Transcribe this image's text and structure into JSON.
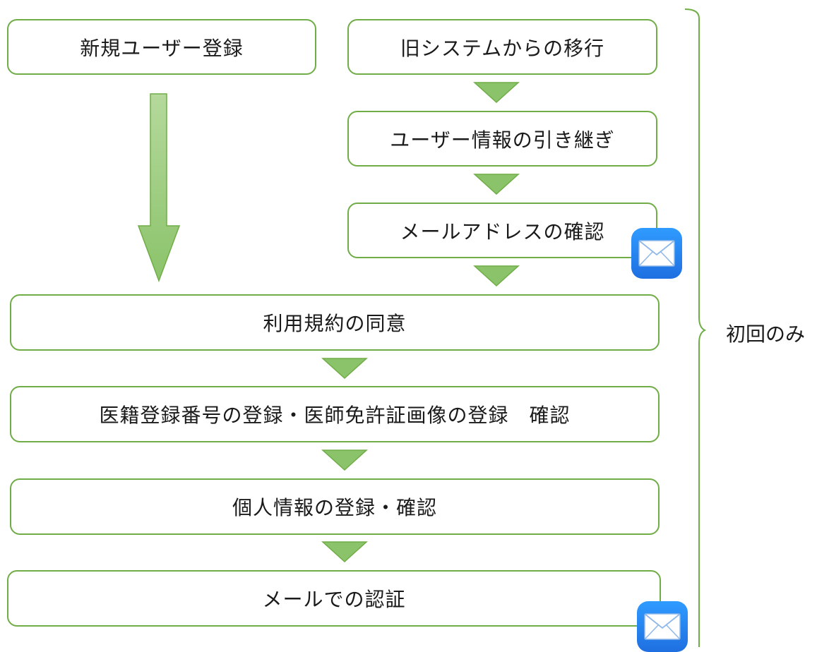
{
  "flow": {
    "new_user": "新規ユーザー登録",
    "migration": "旧システムからの移行",
    "inherit_info": "ユーザー情報の引き継ぎ",
    "email_confirm": "メールアドレスの確認",
    "terms_agree": "利用規約の同意",
    "license_register": "医籍登録番号の登録・医師免許証画像の登録　確認",
    "personal_info": "個人情報の登録・確認",
    "email_auth": "メールでの認証"
  },
  "brace_label": "初回のみ",
  "icons": {
    "mail_1": "mail-icon",
    "mail_2": "mail-icon"
  },
  "colors": {
    "border_green": "#70ad47",
    "arrow_fill": "#8bc36a",
    "mail_blue": "#1f7ae8"
  }
}
